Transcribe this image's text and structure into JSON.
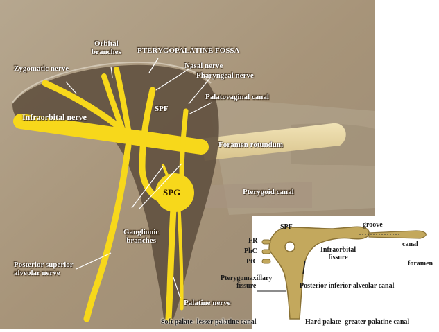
{
  "main_labels": {
    "orbital_branches_line1": "Orbital",
    "orbital_branches_line2": "branches",
    "pterygopalatine_fossa": "PTERYGOPALATINE FOSSA",
    "zygomatic_nerve": "Zygomatic nerve",
    "nasal_nerve": "Nasal nerve",
    "pharyngeal_nerve": "Pharyngeal nerve",
    "palatovaginal_canal": "Palatovaginal canal",
    "infraorbital_nerve": "Infraorbital nerve",
    "spf": "SPF",
    "foramen_rotundum": "Foramen rotundum",
    "spg": "SPG",
    "pterygoid_canal": "Pterygoid canal",
    "ganglionic_branches_line1": "Ganglionic",
    "ganglionic_branches_line2": "branches",
    "posterior_superior_alveolar_line1": "Posterior superior",
    "posterior_superior_alveolar_line2": "alveolar nerve",
    "palatine_nerve": "Palatine nerve",
    "soft_palate": "Soft palate- lesser palatine canal",
    "hard_palate": "Hard palate- greater palatine canal"
  },
  "inset_labels": {
    "spf": "SPF",
    "groove": "groove",
    "fr": "FR",
    "phc": "PhC",
    "ptc": "PtC",
    "infraorbital_fissure_line1": "Infraorbital",
    "infraorbital_fissure_line2": "fissure",
    "canal": "canal",
    "foramen": "foramen",
    "pterygomaxillary_line1": "Pterygomaxillary",
    "pterygomaxillary_line2": "fissure",
    "posterior_inferior_alveolar_canal": "Posterior inferior alveolar canal"
  },
  "colors": {
    "nerve_yellow": "#f7d81b",
    "fossa_shade": "#5e4e3d",
    "background_tissue": "#a49279",
    "inset_bone": "#c3a85d",
    "canal_tan": "#e6d2a0"
  }
}
